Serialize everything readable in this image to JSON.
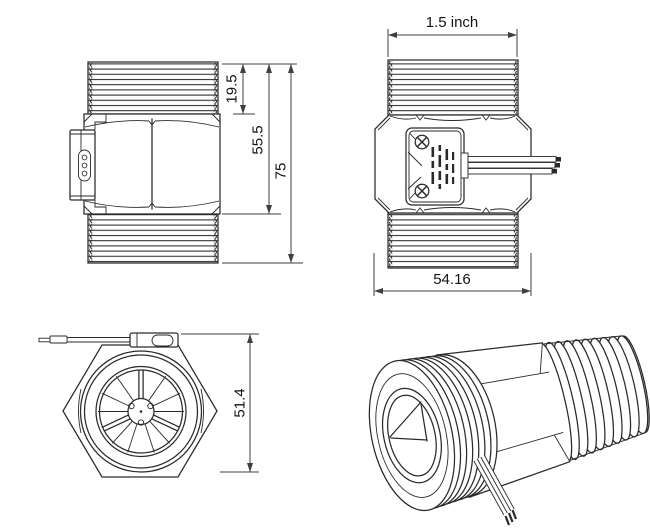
{
  "colors": {
    "background": "#ffffff",
    "line": "#2a2a2a",
    "dimension": "#3f3f3f",
    "text": "#141414"
  },
  "views": {
    "side": {
      "dimensions": {
        "thread_length": "19.5",
        "body_length": "55.5",
        "total_length": "75"
      }
    },
    "front": {
      "dimensions": {
        "thread_size": "1.5 inch",
        "body_width": "54.16"
      }
    },
    "top": {
      "dimensions": {
        "across_flats": "51.4"
      }
    }
  }
}
